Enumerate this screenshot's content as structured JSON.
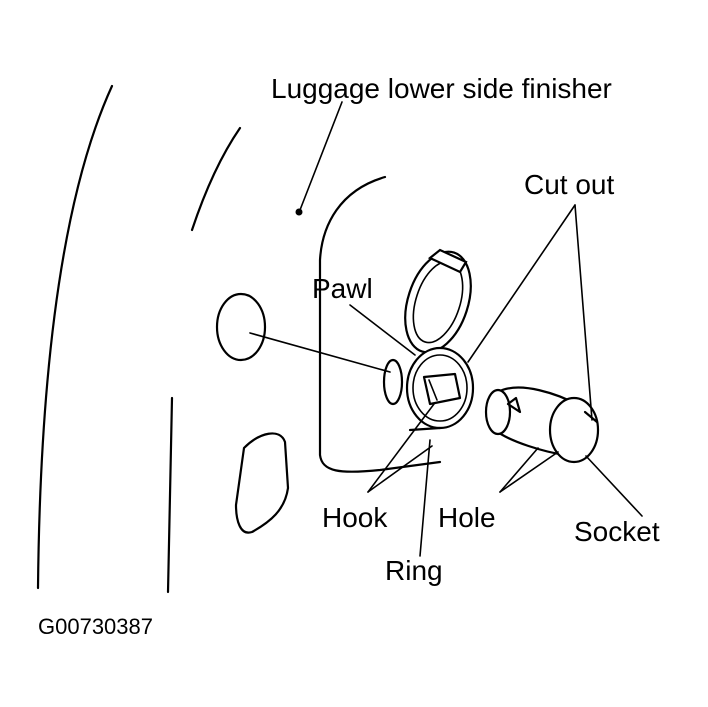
{
  "labels": {
    "finisher": "Luggage lower side finisher",
    "cut_out": "Cut out",
    "pawl": "Pawl",
    "hook": "Hook",
    "hole": "Hole",
    "socket": "Socket",
    "ring": "Ring"
  },
  "figure_id": "G00730387"
}
